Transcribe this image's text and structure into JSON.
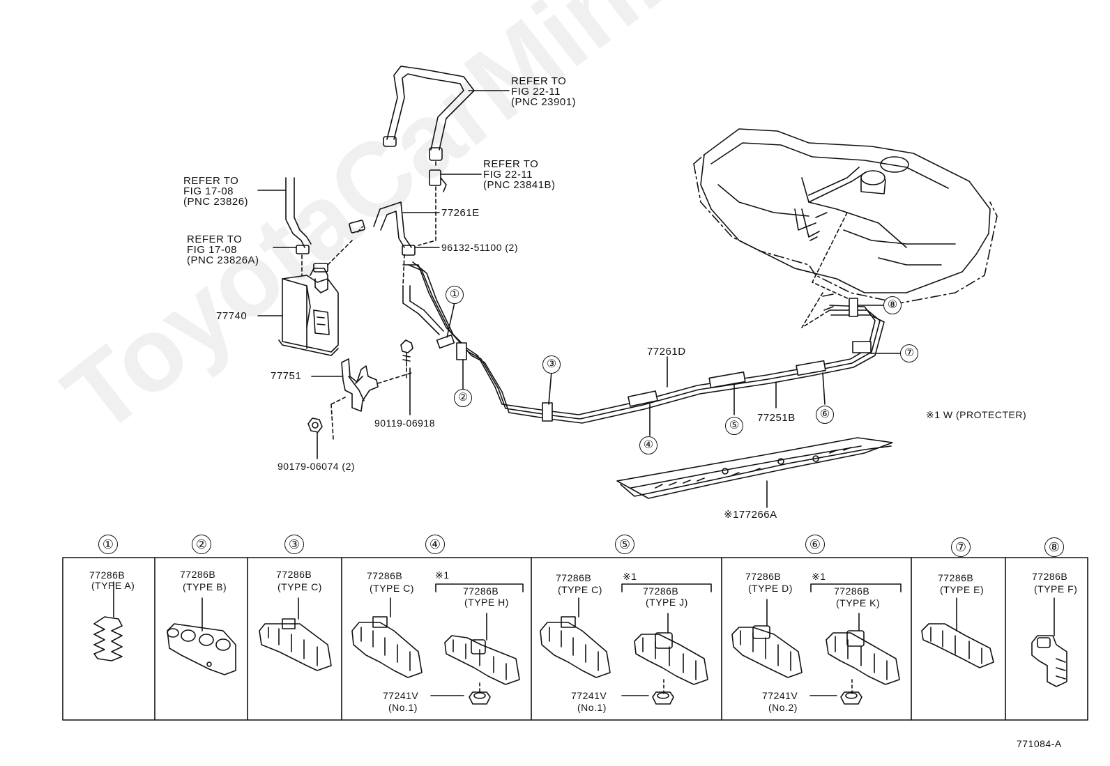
{
  "watermark": "ToyotaCarMini.ru",
  "figure_code": "771084-A",
  "labels": {
    "ref_top": [
      "REFER TO",
      "FIG 22-11",
      "(PNC 23901)"
    ],
    "ref_mid": [
      "REFER TO",
      "FIG 22-11",
      "(PNC 23841B)"
    ],
    "ref_left1": [
      "REFER TO",
      "FIG 17-08",
      "(PNC 23826)"
    ],
    "ref_left2": [
      "REFER TO",
      "FIG 17-08",
      "(PNC 23826A)"
    ],
    "p77261E": "77261E",
    "p96132": "96132-51100 (2)",
    "p77740": "77740",
    "p77751": "77751",
    "p90119": "90119-06918",
    "p90179": "90179-06074 (2)",
    "p77261D": "77261D",
    "p77251B": "77251B",
    "protecter": "※1 W (PROTECTER)",
    "p177266A": "※177266A"
  },
  "callouts": [
    "①",
    "②",
    "③",
    "④",
    "⑤",
    "⑥",
    "⑦",
    "⑧"
  ],
  "clamp_table": [
    {
      "no": "①",
      "items": [
        {
          "part": "77286B",
          "type": "(TYPE A)"
        }
      ]
    },
    {
      "no": "②",
      "items": [
        {
          "part": "77286B",
          "type": "(TYPE B)"
        }
      ]
    },
    {
      "no": "③",
      "items": [
        {
          "part": "77286B",
          "type": "(TYPE C)"
        }
      ]
    },
    {
      "no": "④",
      "items": [
        {
          "part": "77286B",
          "type": "(TYPE C)"
        },
        {
          "part": "77286B",
          "type": "(TYPE H)"
        }
      ],
      "mark": "※1",
      "grommet": {
        "part": "77241V",
        "no": "(No.1)"
      }
    },
    {
      "no": "⑤",
      "items": [
        {
          "part": "77286B",
          "type": "(TYPE C)"
        },
        {
          "part": "77286B",
          "type": "(TYPE J)"
        }
      ],
      "mark": "※1",
      "grommet": {
        "part": "77241V",
        "no": "(No.1)"
      }
    },
    {
      "no": "⑥",
      "items": [
        {
          "part": "77286B",
          "type": "(TYPE D)"
        },
        {
          "part": "77286B",
          "type": "(TYPE K)"
        }
      ],
      "mark": "※1",
      "grommet": {
        "part": "77241V",
        "no": "(No.2)"
      }
    },
    {
      "no": "⑦",
      "items": [
        {
          "part": "77286B",
          "type": "(TYPE E)"
        }
      ]
    },
    {
      "no": "⑧",
      "items": [
        {
          "part": "77286B",
          "type": "(TYPE F)"
        }
      ]
    }
  ]
}
